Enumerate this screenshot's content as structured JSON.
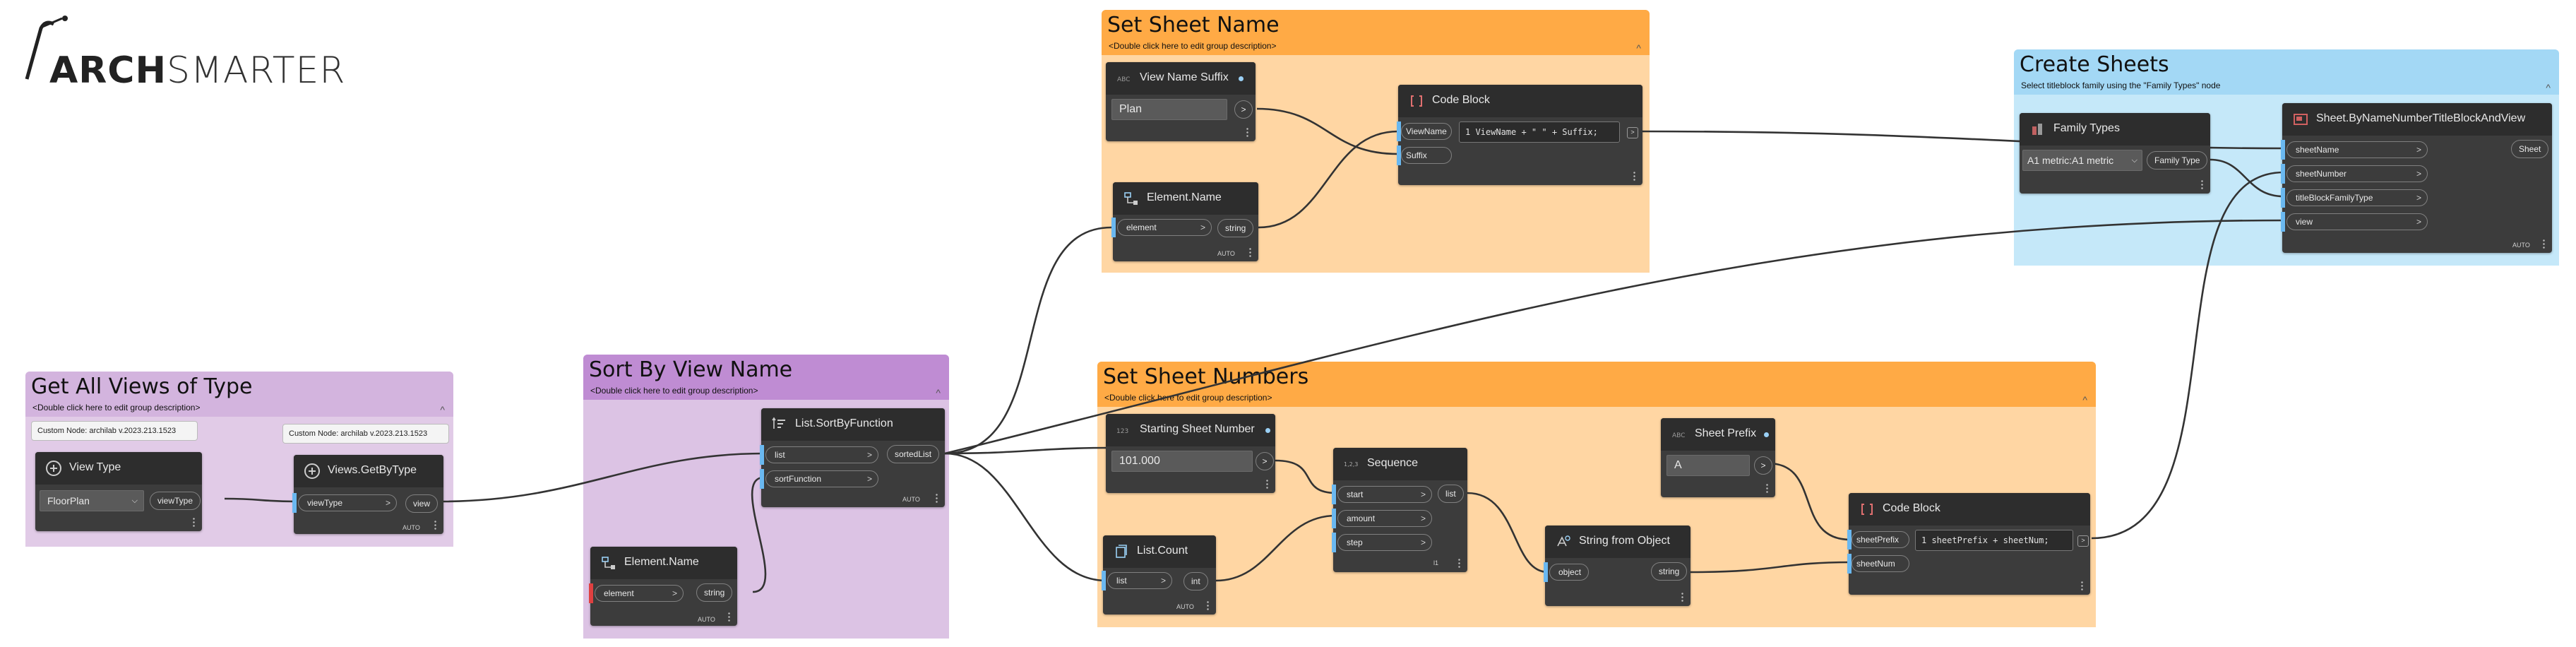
{
  "logo": {
    "text_bold": "ARCH",
    "text_light": "SMARTER"
  },
  "colors": {
    "group_views": "#e1cbe7",
    "group_views_head": "#d3b4de",
    "group_sort": "#dcc3e4",
    "group_sort_head": "#bf8cd3",
    "group_name": "#ffd6a3",
    "group_name_head": "#ffaa45",
    "group_numbers": "#ffd6a3",
    "group_numbers_head": "#ffaa45",
    "group_sheets": "#c5e8f9",
    "group_sheets_head": "#a3d8f5",
    "wire": "#333333",
    "input_port": "#6ab8f0"
  },
  "groups": {
    "views": {
      "title": "Get All Views of Type",
      "desc": "<Double click here to edit group description>",
      "collapse": "^"
    },
    "sort": {
      "title": "Sort By View Name",
      "desc": "<Double click here to edit group description>",
      "collapse": "^"
    },
    "name": {
      "title": "Set Sheet Name",
      "desc": "<Double click here to edit group description>",
      "collapse": "^"
    },
    "numbers": {
      "title": "Set Sheet Numbers",
      "desc": "<Double click here to edit group description>",
      "collapse": "^"
    },
    "sheets": {
      "title": "Create Sheets",
      "desc": "Select titleblock family using the \"Family Types\" node",
      "collapse": "^"
    }
  },
  "notes": {
    "note1": "Custom Node: archilab v.2023.213.1523",
    "note2": "Custom Node: archilab v.2023.213.1523"
  },
  "nodes": {
    "view_type": {
      "title": "View Type",
      "icon": "custom-node-icon",
      "value": "FloorPlan",
      "out": "viewType"
    },
    "views_get_by_type": {
      "title": "Views.GetByType",
      "icon": "custom-node-icon",
      "in": [
        "viewType"
      ],
      "out": "view",
      "lacing": "AUTO"
    },
    "list_sort_by_function": {
      "title": "List.SortByFunction",
      "icon": "list-sort-icon",
      "in": [
        "list",
        "sortFunction"
      ],
      "out": "sortedList",
      "lacing": "AUTO"
    },
    "element_name_sort": {
      "title": "Element.Name",
      "icon": "element-icon",
      "in": [
        "element"
      ],
      "out": "string",
      "lacing": "AUTO"
    },
    "view_name_suffix": {
      "title": "View Name Suffix",
      "icon": "string-input-icon",
      "value": "Plan"
    },
    "code_block_name": {
      "title": "Code Block",
      "icon": "code-block-icon",
      "code": "1 ViewName + \" \" + Suffix;",
      "in": [
        "ViewName",
        "Suffix"
      ]
    },
    "element_name": {
      "title": "Element.Name",
      "icon": "element-icon",
      "in": [
        "element"
      ],
      "out": "string",
      "lacing": "AUTO"
    },
    "starting_sheet_number": {
      "title": "Starting Sheet Number",
      "icon": "number-input-icon",
      "value": "101.000"
    },
    "list_count": {
      "title": "List.Count",
      "icon": "list-count-icon",
      "in": [
        "list"
      ],
      "out": "int",
      "lacing": "AUTO"
    },
    "sequence": {
      "title": "Sequence",
      "icon": "sequence-icon",
      "in": [
        "start",
        "amount",
        "step"
      ],
      "out": "list",
      "lacing": "l1"
    },
    "string_from_object": {
      "title": "String from Object",
      "icon": "string-object-icon",
      "in": [
        "object"
      ],
      "out": "string"
    },
    "sheet_prefix": {
      "title": "Sheet Prefix",
      "icon": "string-input-icon",
      "value": "A"
    },
    "code_block_number": {
      "title": "Code Block",
      "icon": "code-block-icon",
      "code": "1 sheetPrefix + sheetNum;",
      "in": [
        "sheetPrefix",
        "sheetNum"
      ]
    },
    "family_types": {
      "title": "Family Types",
      "icon": "family-types-icon",
      "value": "A1 metric:A1 metric",
      "out": "Family Type"
    },
    "sheet_by_name": {
      "title": "Sheet.ByNameNumberTitleBlockAndView",
      "icon": "sheet-icon",
      "in": [
        "sheetName",
        "sheetNumber",
        "titleBlockFamilyType",
        "view"
      ],
      "out": "Sheet",
      "lacing": "AUTO"
    }
  }
}
